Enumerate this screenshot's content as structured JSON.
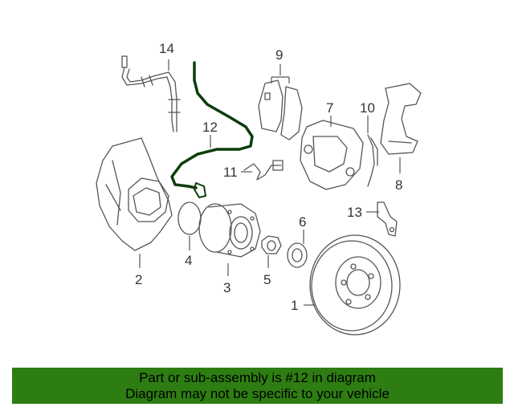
{
  "callouts": [
    {
      "id": "1",
      "label": "1"
    },
    {
      "id": "2",
      "label": "2"
    },
    {
      "id": "3",
      "label": "3"
    },
    {
      "id": "4",
      "label": "4"
    },
    {
      "id": "5",
      "label": "5"
    },
    {
      "id": "6",
      "label": "6"
    },
    {
      "id": "7",
      "label": "7"
    },
    {
      "id": "8",
      "label": "8"
    },
    {
      "id": "9",
      "label": "9"
    },
    {
      "id": "10",
      "label": "10"
    },
    {
      "id": "11",
      "label": "11"
    },
    {
      "id": "12",
      "label": "12"
    },
    {
      "id": "13",
      "label": "13"
    },
    {
      "id": "14",
      "label": "14"
    }
  ],
  "highlighted_part": "12",
  "colors": {
    "highlight_part": "#0b3d0b",
    "banner_background": "#2e7d12",
    "line_art": "#555555"
  },
  "footer": {
    "line1": "Part or sub-assembly is #12 in diagram",
    "line2": "Diagram may not be specific to your vehicle"
  }
}
